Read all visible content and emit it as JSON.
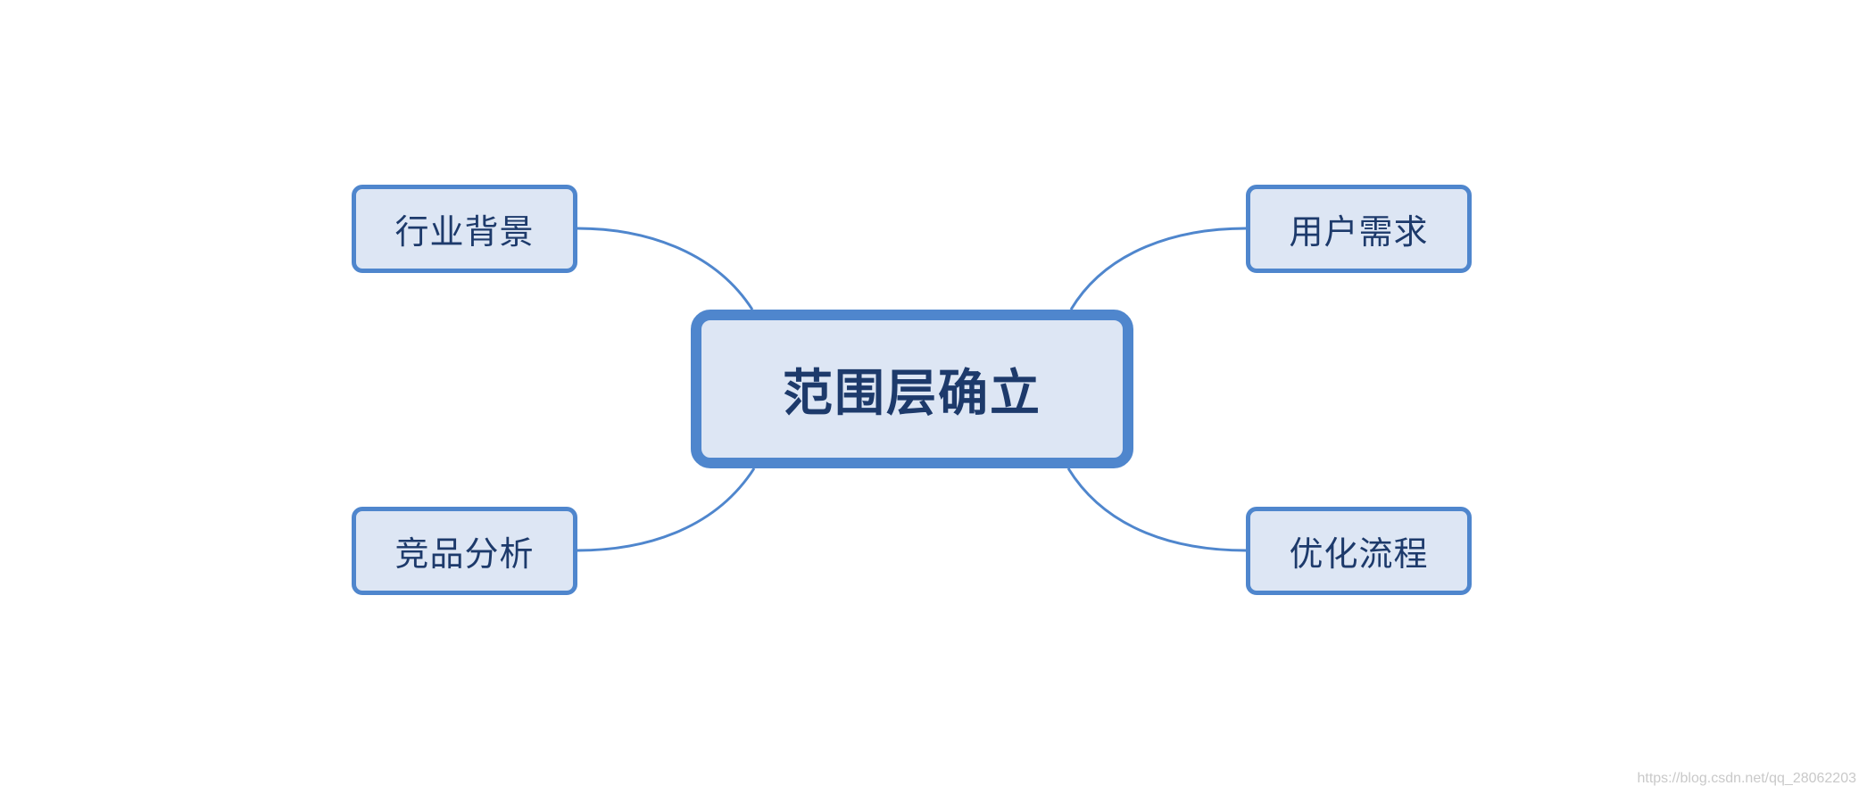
{
  "diagram": {
    "root": {
      "label": "范围层确立"
    },
    "children": [
      {
        "label": "行业背景"
      },
      {
        "label": "竞品分析"
      },
      {
        "label": "用户需求"
      },
      {
        "label": "优化流程"
      }
    ]
  },
  "watermark": "https://blog.csdn.net/qq_28062203",
  "colors": {
    "node_fill": "#dde6f4",
    "node_border": "#4f86cd",
    "connector": "#4f86cd",
    "text": "#1d3a6b"
  }
}
